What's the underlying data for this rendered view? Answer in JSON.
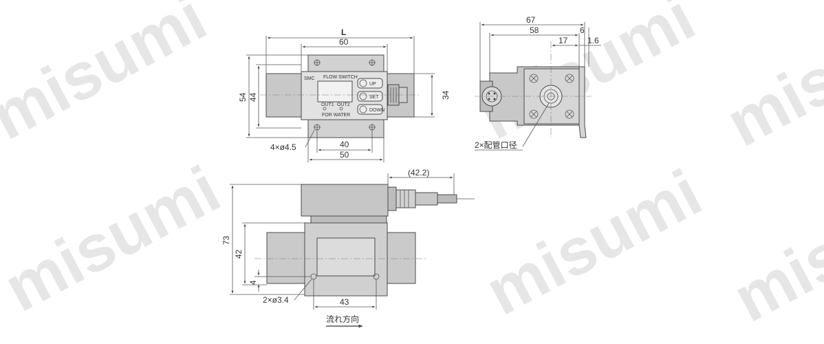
{
  "watermark": "misumi",
  "front_view": {
    "dim_L": "L",
    "dim_60": "60",
    "dim_54": "54",
    "dim_44": "44",
    "dim_34": "34",
    "dim_40": "40",
    "dim_50": "50",
    "hole_note": "4×ø4.5",
    "panel": {
      "brand": "SMC",
      "title": "FLOW SWITCH",
      "out1": "OUT1",
      "out2": "OUT2",
      "media": "FOR WATER",
      "btn_up": "UP",
      "btn_set": "SET",
      "btn_down": "DOWN"
    }
  },
  "side_view": {
    "dim_67": "67",
    "dim_58": "58",
    "dim_17": "17",
    "dim_6": "6",
    "dim_1_6": "1.6",
    "port_note": "2×配管口径"
  },
  "bottom_view": {
    "dim_42_2": "(42.2)",
    "dim_73": "73",
    "dim_42": "42",
    "dim_4": "4",
    "dim_43": "43",
    "hole_note": "2×ø3.4",
    "flow_label": "流れ方向"
  },
  "colors": {
    "body_fill": "#c8c8c8",
    "panel_fill": "#e2e2e2",
    "line": "#4a4a4a",
    "watermark": "#e6e6e6"
  }
}
